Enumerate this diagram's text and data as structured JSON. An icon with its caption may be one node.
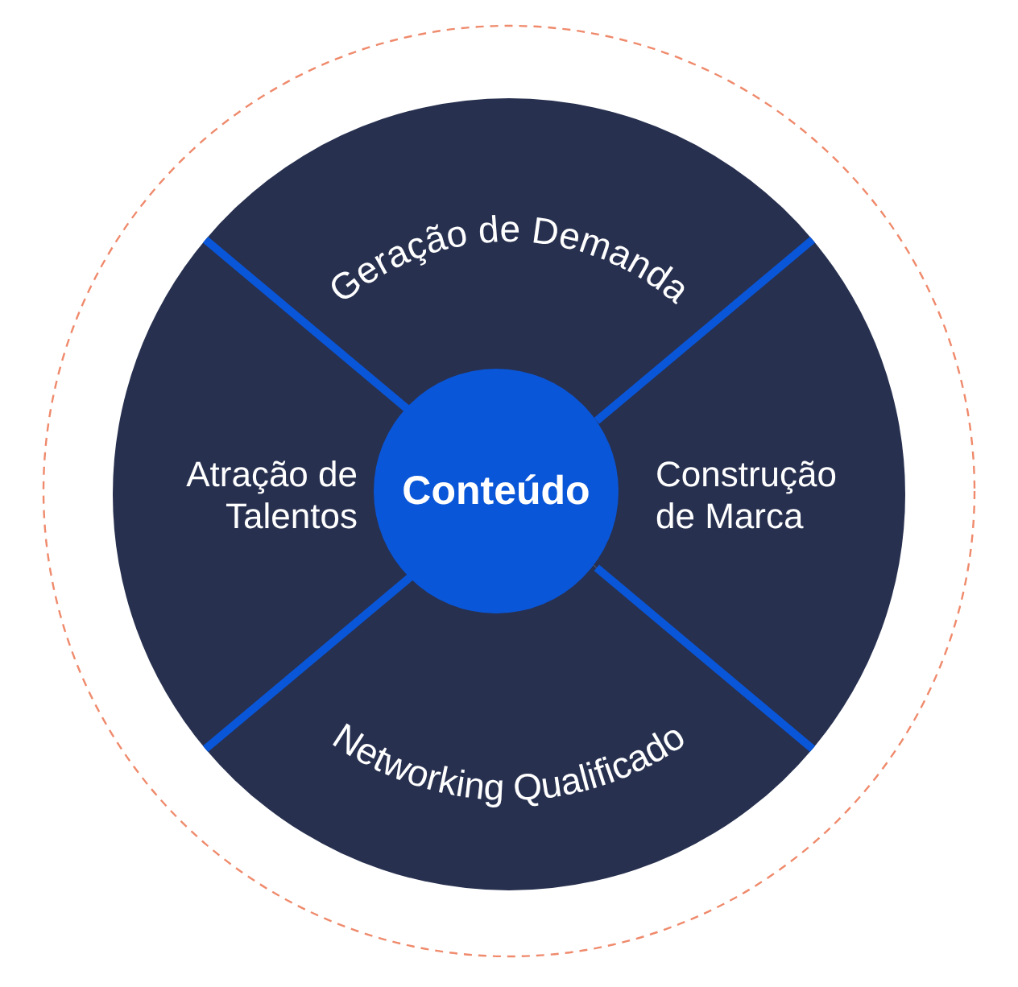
{
  "diagram": {
    "nodes": [
      {
        "text": [
          "Geração de Demanda"
        ]
      },
      {
        "text": [
          "Atração de Talentos"
        ]
      },
      {
        "text": [
          "Conteúdo"
        ]
      },
      {
        "text": [
          "Construção de Marca"
        ]
      },
      {
        "text": [
          "Networking Qualificado"
        ]
      }
    ]
  }
}
